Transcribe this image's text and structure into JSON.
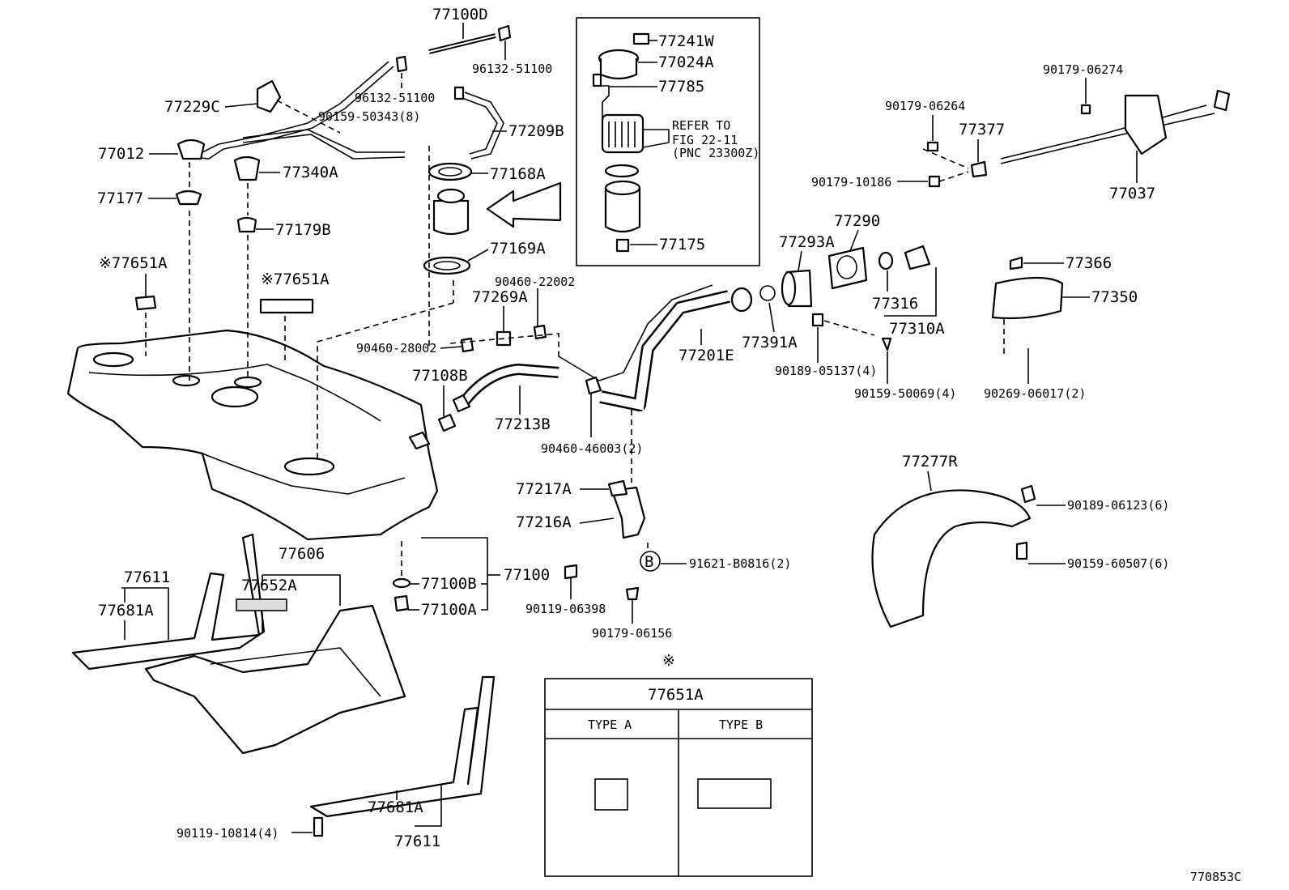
{
  "labels": {
    "p77100D": "77100D",
    "p96132_51100_a": "96132-51100",
    "p96132_51100_b": "96132-51100",
    "p90159_50343": "90159-50343(8)",
    "p77209B": "77209B",
    "p77229C": "77229C",
    "p77012": "77012",
    "p77340A": "77340A",
    "p77177": "77177",
    "p77179B": "77179B",
    "p77168A": "77168A",
    "p77169A": "77169A",
    "p77651A_a": "※77651A",
    "p77651A_b": "※77651A",
    "p77241W": "77241W",
    "p77024A": "77024A",
    "p77785": "77785",
    "p77175": "77175",
    "p90460_22002": "90460-22002",
    "p77269A": "77269A",
    "p90460_28002": "90460-28002",
    "p77108B": "77108B",
    "p77213B": "77213B",
    "p90460_46003": "90460-46003(2)",
    "p77201E": "77201E",
    "p77391A": "77391A",
    "p77293A": "77293A",
    "p77290": "77290",
    "p77316": "77316",
    "p77310A": "77310A",
    "p90189_05137": "90189-05137(4)",
    "p90159_50069": "90159-50069(4)",
    "p90179_06274": "90179-06274",
    "p90179_06264": "90179-06264",
    "p77377": "77377",
    "p90179_10186": "90179-10186",
    "p77037": "77037",
    "p77366": "77366",
    "p77350": "77350",
    "p90269_06017": "90269-06017(2)",
    "p77277R": "77277R",
    "p90189_06123": "90189-06123(6)",
    "p90159_60507": "90159-60507(6)",
    "p77217A": "77217A",
    "p77216A": "77216A",
    "p91621_B0816": "91621-B0816(2)",
    "p90119_06398": "90119-06398",
    "p90179_06156": "90179-06156",
    "p77100B": "77100B",
    "p77100A": "77100A",
    "p77100": "77100",
    "p77611_a": "77611",
    "p77681A_a": "77681A",
    "p77606": "77606",
    "p77652A": "77652A",
    "p77681A_b": "77681A",
    "p77611_b": "77611",
    "p90119_10814": "90119-10814(4)"
  },
  "refer_note": {
    "line1": "REFER TO",
    "line2": "FIG 22-11",
    "line3": "(PNC 23300Z)"
  },
  "callout_circle": "B",
  "type_table": {
    "mark": "※",
    "title": "77651A",
    "col_a": "TYPE A",
    "col_b": "TYPE B"
  },
  "figure_code": "770853C"
}
